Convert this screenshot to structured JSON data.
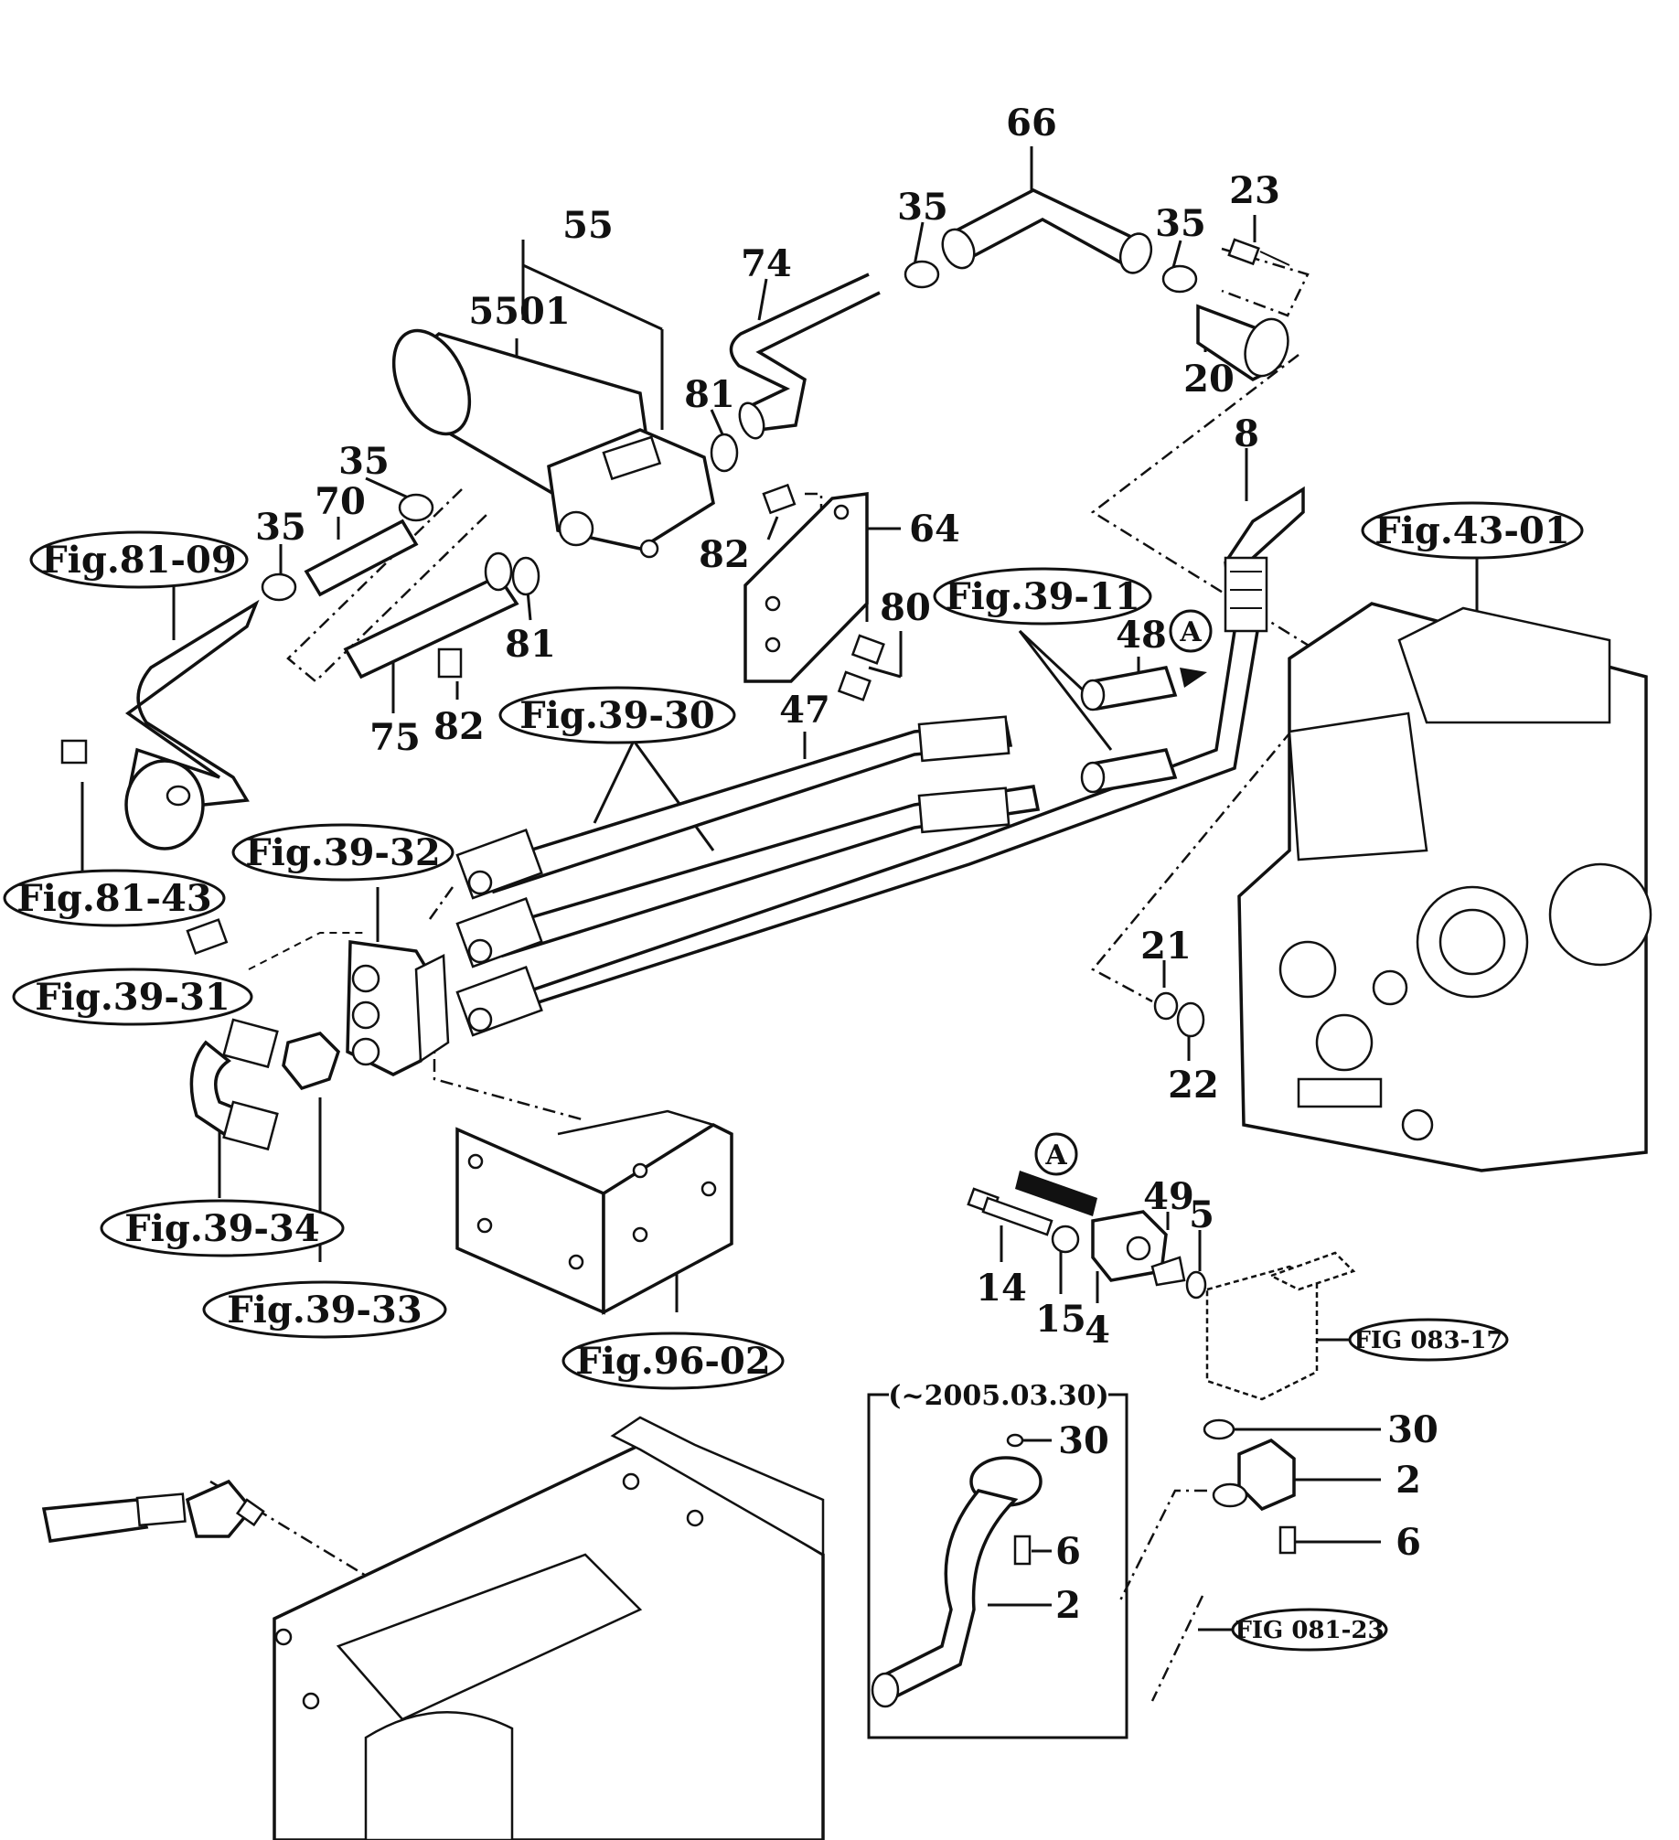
{
  "part_labels": [
    "66",
    "55",
    "35",
    "35",
    "23",
    "74",
    "5501",
    "20",
    "81",
    "8",
    "35",
    "35",
    "70",
    "82",
    "64",
    "81",
    "80",
    "75",
    "82",
    "48",
    "47",
    "21",
    "22",
    "49",
    "5",
    "14",
    "15",
    "4",
    "30",
    "2",
    "6",
    "30",
    "6",
    "2"
  ],
  "figure_refs": [
    "Fig.81-09",
    "Fig.43-01",
    "Fig.39-11",
    "Fig.39-30",
    "Fig.81-43",
    "Fig.39-32",
    "Fig.39-31",
    "Fig.39-34",
    "Fig.39-33",
    "Fig.96-02"
  ],
  "figure_refs_small": [
    "FIG 083-17",
    "FIG 081-23"
  ],
  "callouts": [
    "A",
    "A"
  ],
  "date_note": "(~2005.03.30)"
}
